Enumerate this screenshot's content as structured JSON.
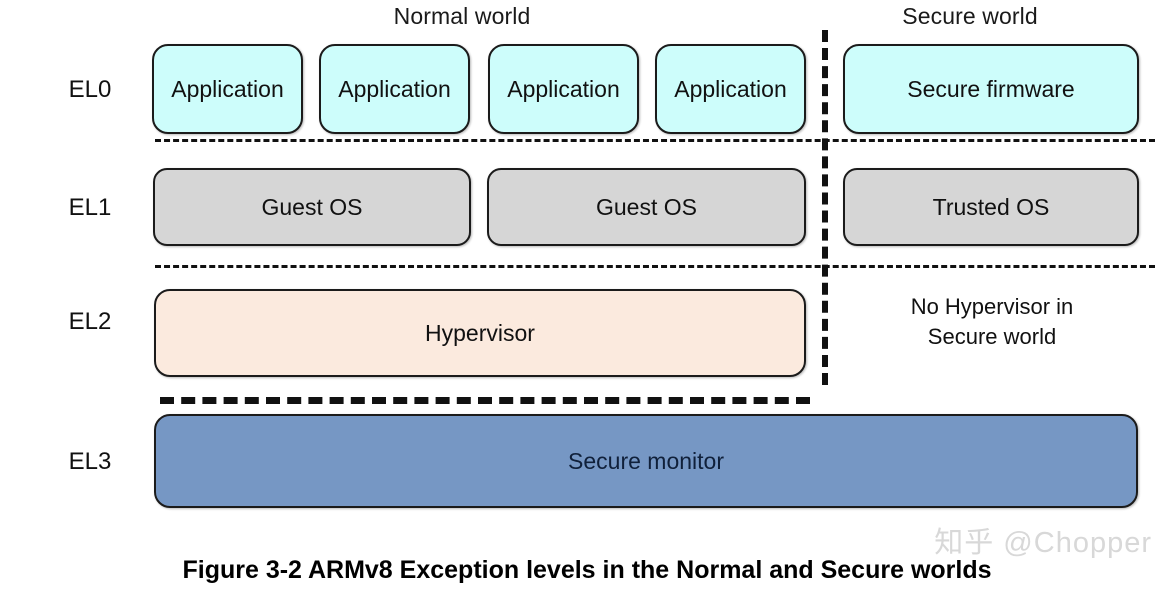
{
  "figure": {
    "caption": "Figure 3-2 ARMv8 Exception levels in the Normal and Secure worlds",
    "watermark": "知乎 @Chopper"
  },
  "worlds": [
    {
      "key": "normal",
      "label": "Normal world"
    },
    {
      "key": "secure",
      "label": "Secure world"
    }
  ],
  "levels": [
    {
      "key": "el0",
      "label": "EL0"
    },
    {
      "key": "el1",
      "label": "EL1"
    },
    {
      "key": "el2",
      "label": "EL2"
    },
    {
      "key": "el3",
      "label": "EL3"
    }
  ],
  "el0": {
    "normal_boxes": [
      {
        "label": "Application"
      },
      {
        "label": "Application"
      },
      {
        "label": "Application"
      },
      {
        "label": "Application"
      }
    ],
    "secure_boxes": [
      {
        "label": "Secure firmware"
      }
    ]
  },
  "el1": {
    "normal_boxes": [
      {
        "label": "Guest OS"
      },
      {
        "label": "Guest OS"
      }
    ],
    "secure_boxes": [
      {
        "label": "Trusted OS"
      }
    ]
  },
  "el2": {
    "normal_boxes": [
      {
        "label": "Hypervisor"
      }
    ],
    "secure_note_line1": "No Hypervisor in",
    "secure_note_line2": "Secure world"
  },
  "el3": {
    "spanning_boxes": [
      {
        "label": "Secure monitor"
      }
    ]
  },
  "colors": {
    "application_fill": "#cdfdfb",
    "os_fill": "#d6d6d6",
    "hypervisor_fill": "#fbeade",
    "secure_monitor_fill": "#7697c4",
    "outline": "#1b1b1b",
    "background": "#ffffff",
    "watermark": "#d8d8d8"
  }
}
